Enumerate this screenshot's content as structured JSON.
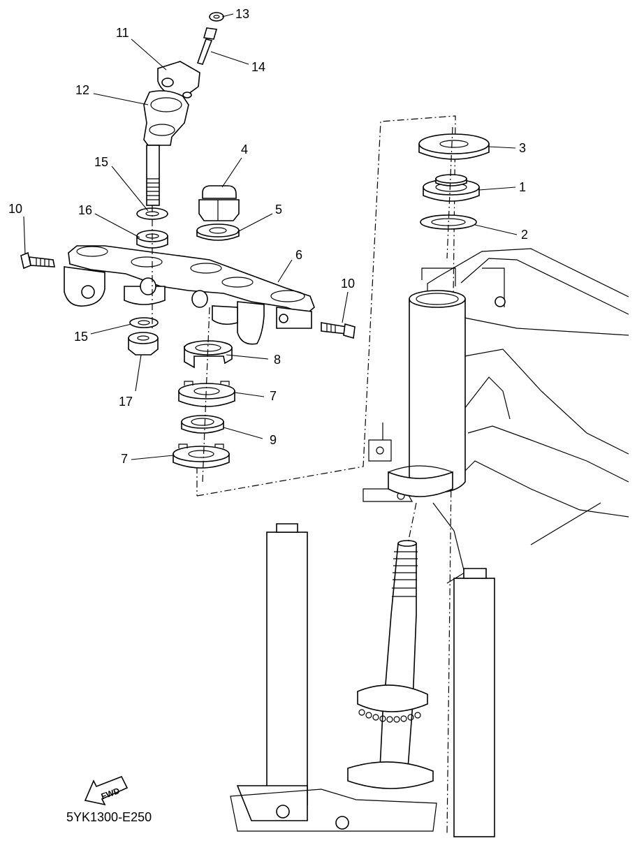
{
  "diagram_code": "5YK1300-E250",
  "direction_label": "FWD",
  "callouts": {
    "c1": "1",
    "c2": "2",
    "c3": "3",
    "c4": "4",
    "c5": "5",
    "c6": "6",
    "c7a": "7",
    "c7b": "7",
    "c8": "8",
    "c9": "9",
    "c10a": "10",
    "c10b": "10",
    "c11": "11",
    "c12": "12",
    "c13": "13",
    "c14": "14",
    "c15a": "15",
    "c15b": "15",
    "c16": "16",
    "c17": "17"
  }
}
